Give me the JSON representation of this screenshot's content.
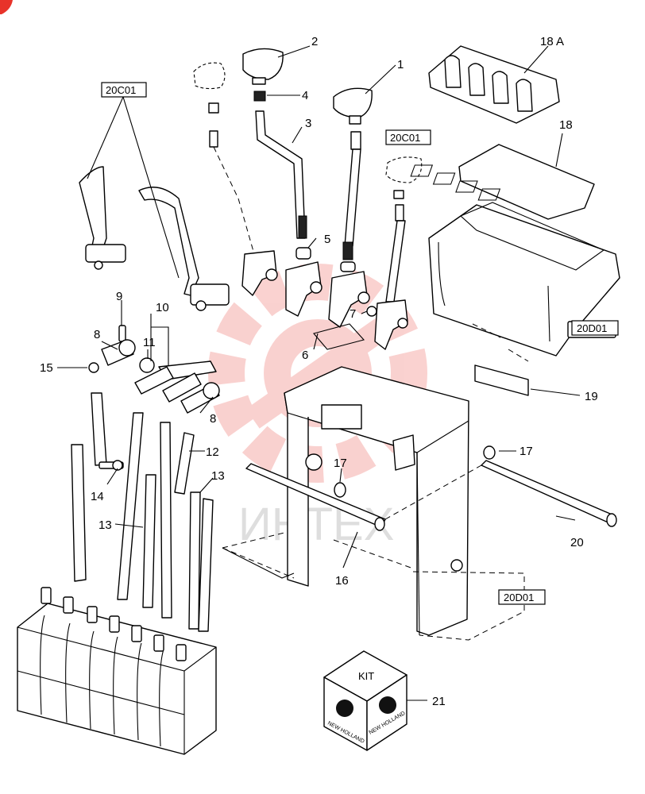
{
  "labels": {
    "l1": "1",
    "l2": "2",
    "l3": "3",
    "l4": "4",
    "l5": "5",
    "l6": "6",
    "l7": "7",
    "l8a": "8",
    "l8b": "8",
    "l9": "9",
    "l10": "10",
    "l11": "11",
    "l12": "12",
    "l13a": "13",
    "l13b": "13",
    "l14": "14",
    "l15": "15",
    "l16": "16",
    "l17a": "17",
    "l17b": "17",
    "l18": "18",
    "l18a": "18 A",
    "l19": "19",
    "l20": "20",
    "l21": "21"
  },
  "refs": {
    "r1": "20C01",
    "r2": "20C01",
    "r3": "20D01",
    "r4": "20D01"
  },
  "kit": {
    "title": "KIT",
    "brand_left": "NEW HOLLAND",
    "brand_right": "NEW HOLLAND"
  },
  "watermark": {
    "text": "ИНТЕХ",
    "color": "#e8332a"
  }
}
